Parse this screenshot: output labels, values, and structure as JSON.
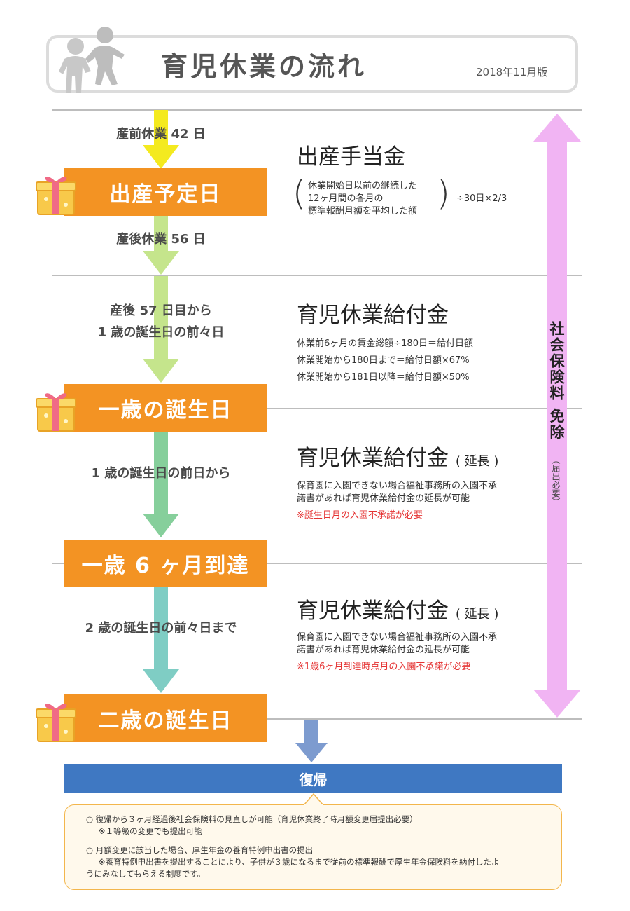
{
  "header": {
    "title": "育児休業の流れ",
    "edition": "2018年11月版"
  },
  "colors": {
    "milestone": "#f39323",
    "arrow_yellow": "#f4ea1f",
    "arrow_lightgreen": "#c5e58c",
    "arrow_green": "#86cf9b",
    "arrow_teal": "#7fcdc4",
    "arrow_blue": "#7d9bcf",
    "pink_arrow": "#f1b4f3",
    "return_bar": "#3f78c2",
    "note_red": "#e53333"
  },
  "periods": {
    "prenatal": "産前休業 42 日",
    "postnatal": "産後休業 56 日",
    "childcare_line1": "産後 57 日目から",
    "childcare_line2": "1 歳の誕生日の前々日",
    "ext1": "1 歳の誕生日の前日から",
    "ext2": "2 歳の誕生日の前々日まで"
  },
  "milestones": {
    "due_date": "出産予定日",
    "first_birthday": "一歳の誕生日",
    "one_half": "一歳 6 ヶ月到達",
    "second_birthday": "二歳の誕生日"
  },
  "benefits": {
    "maternity": {
      "title": "出産手当金",
      "line1": "休業開始日以前の継続した",
      "line2": "12ヶ月間の各月の",
      "line3": "標準報酬月額を平均した額",
      "formula": "÷30日×2/3"
    },
    "childcare": {
      "title": "育児休業給付金",
      "line1": "休業前6ヶ月の賃金総額÷180日＝給付日額",
      "line2": "休業開始から180日まで＝給付日額×67%",
      "line3": "休業開始から181日以降＝給付日額×50%"
    },
    "extension1": {
      "title": "育児休業給付金",
      "suffix": "( 延長 )",
      "line1": "保育園に入園できない場合福祉事務所の入園不承",
      "line2": "諾書があれば育児休業給付金の延長が可能",
      "note": "※誕生日月の入園不承諾が必要"
    },
    "extension2": {
      "title": "育児休業給付金",
      "suffix": "( 延長 )",
      "line1": "保育園に入園できない場合福祉事務所の入園不承",
      "line2": "諾書があれば育児休業給付金の延長が可能",
      "note": "※1歳6ヶ月到達時点月の入園不承諾が必要"
    }
  },
  "insurance": {
    "label": "社会保険料 免除",
    "note": "（届出必要）"
  },
  "return": {
    "label": "復帰",
    "item1": "○ 復帰から３ヶ月経過後社会保険料の見直しが可能（育児休業終了時月額変更届提出必要）",
    "item1_sub": "※１等級の変更でも提出可能",
    "item2": "○ 月額変更に該当した場合、厚生年金の養育特例申出書の提出",
    "item2_sub1": "※養育特例申出書を提出することにより、子供が３歳になるまで従前の標準報酬で厚生年金保険料を納付したよ",
    "item2_sub2": "うにみなしてもらえる制度です。"
  }
}
